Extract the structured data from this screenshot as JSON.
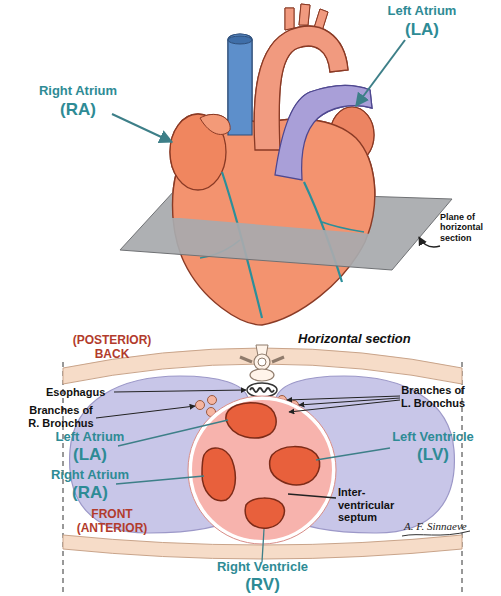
{
  "diagram": {
    "labels": [
      "Left Atrium",
      "(LA)",
      "Right Atrium",
      "(RA)",
      "Plane of horizontal section",
      "(POSTERIOR) BACK",
      "Horizontal section",
      "Branches of L. Bronchus",
      "Esophagus",
      "Branches of R. Bronchus",
      "Left Atrium",
      "(LA)",
      "Left Ventricle",
      "(LV)",
      "Right Atrium",
      "(RA)",
      "Inter-ventricular septum",
      "FRONT (ANTERIOR)",
      "Right Ventricle",
      "(RV)",
      "A. F. Sinnaeve"
    ]
  }
}
